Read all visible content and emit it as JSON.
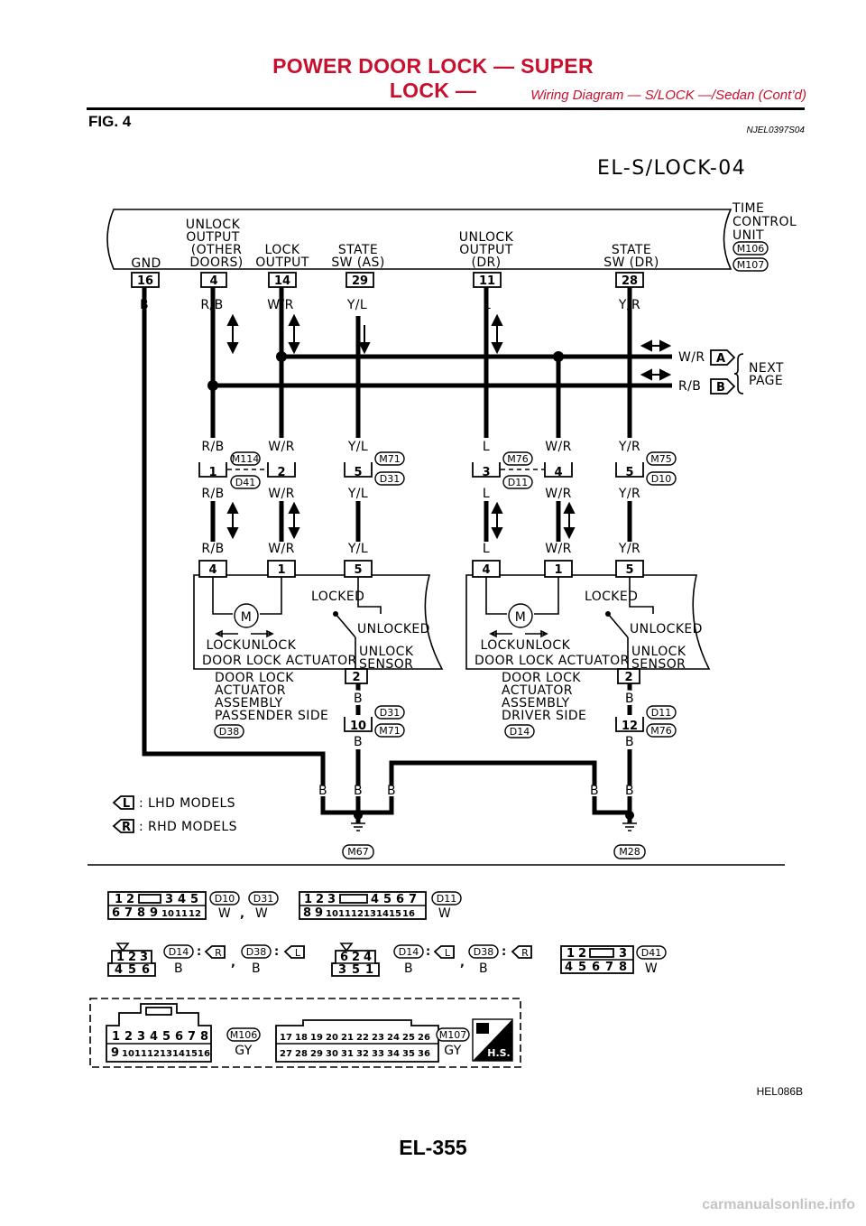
{
  "header": {
    "title": "POWER DOOR LOCK — SUPER LOCK —",
    "subtitle": "Wiring Diagram — S/LOCK —/Sedan (Cont’d)"
  },
  "figure": {
    "label": "FIG. 4",
    "code": "NJEL0397S04",
    "diagram_title": "EL-S/LOCK-04",
    "image_code": "HEL086B"
  },
  "unit": {
    "name_lines": [
      "TIME",
      "CONTROL",
      "UNIT"
    ],
    "connectors": [
      "M106",
      "M107"
    ],
    "terminals": [
      {
        "label": [
          "GND"
        ],
        "pin": "16",
        "color": "B"
      },
      {
        "label": [
          "UNLOCK",
          "OUTPUT",
          "(OTHER",
          "DOORS)"
        ],
        "pin": "4",
        "color": "R/B"
      },
      {
        "label": [
          "LOCK",
          "OUTPUT"
        ],
        "pin": "14",
        "color": "W/R"
      },
      {
        "label": [
          "STATE",
          "SW (AS)"
        ],
        "pin": "29",
        "color": "Y/L"
      },
      {
        "label": [
          "UNLOCK",
          "OUTPUT",
          "(DR)"
        ],
        "pin": "11",
        "color": "L"
      },
      {
        "label": [
          "STATE",
          "SW (DR)"
        ],
        "pin": "28",
        "color": "Y/R"
      }
    ]
  },
  "next_page": {
    "wires": [
      "W/R",
      "R/B"
    ],
    "refs": [
      "A",
      "B"
    ],
    "label": [
      "NEXT",
      "PAGE"
    ]
  },
  "mid_connectors": {
    "pins": [
      "1",
      "2",
      "5",
      "3",
      "4",
      "5"
    ],
    "colors": [
      "R/B",
      "W/R",
      "Y/L",
      "L",
      "W/R",
      "Y/R"
    ],
    "ids": [
      "M114",
      "D41",
      "M71",
      "D31",
      "M76",
      "D11",
      "M75",
      "D10"
    ]
  },
  "actuators": [
    {
      "pins": [
        "4",
        "1",
        "5"
      ],
      "colors": [
        "R/B",
        "W/R",
        "Y/L"
      ],
      "motor": "M",
      "lock": "LOCK",
      "unlock": "UNLOCK",
      "title": "DOOR LOCK ACTUATOR",
      "locked": "LOCKED",
      "unlocked": "UNLOCKED",
      "sensor": [
        "UNLOCK",
        "SENSOR"
      ],
      "assembly": [
        "DOOR LOCK",
        "ACTUATOR",
        "ASSEMBLY",
        "PASSENDER SIDE"
      ],
      "connector": "D38",
      "gnd_pin": "2",
      "joint_pin": "10",
      "joint_ids": [
        "D31",
        "M71"
      ]
    },
    {
      "pins": [
        "4",
        "1",
        "5"
      ],
      "colors": [
        "L",
        "W/R",
        "Y/R"
      ],
      "motor": "M",
      "lock": "LOCK",
      "unlock": "UNLOCK",
      "title": "DOOR LOCK ACTUATOR",
      "locked": "LOCKED",
      "unlocked": "UNLOCKED",
      "sensor": [
        "UNLOCK",
        "SENSOR"
      ],
      "assembly": [
        "DOOR LOCK",
        "ACTUATOR",
        "ASSEMBLY",
        "DRIVER SIDE"
      ],
      "connector": "D14",
      "gnd_pin": "2",
      "joint_pin": "12",
      "joint_ids": [
        "D11",
        "M76"
      ]
    }
  ],
  "ground": {
    "wire_color": "B",
    "points": [
      "M67",
      "M28"
    ]
  },
  "legend": [
    {
      "symbol": "L",
      "text": ": LHD MODELS"
    },
    {
      "symbol": "R",
      "text": ": RHD MODELS"
    }
  ],
  "connector_views": {
    "row1": [
      {
        "top": [
          "1",
          "2",
          "",
          "3",
          "4",
          "5"
        ],
        "bottom": [
          "6",
          "7",
          "8",
          "9",
          "10",
          "11",
          "12"
        ]
      },
      {
        "top": [
          "1",
          "2",
          "3",
          "",
          "4",
          "5",
          "6",
          "7"
        ],
        "bottom": [
          "8",
          "9",
          "10",
          "11",
          "12",
          "13",
          "14",
          "15",
          "16"
        ]
      }
    ],
    "row1_labels": [
      "D10",
      "W",
      "D31",
      "W",
      "D11",
      "W"
    ],
    "row2": [
      {
        "top": [
          "1",
          "2",
          "3"
        ],
        "bottom": [
          "4",
          "5",
          "6"
        ]
      },
      {
        "top": [
          "6",
          "2",
          "4"
        ],
        "bottom": [
          "3",
          "5",
          "1"
        ]
      },
      {
        "top": [
          "1",
          "2",
          "",
          "3"
        ],
        "bottom": [
          "4",
          "5",
          "6",
          "7",
          "8"
        ]
      }
    ],
    "row2_labels": [
      "D14",
      "B",
      "R",
      "D38",
      "B",
      "L",
      "D14",
      "B",
      "L",
      "D38",
      "B",
      "R",
      "D41",
      "W"
    ],
    "row3": [
      {
        "top": [
          "1",
          "2",
          "3",
          "4",
          "5",
          "6",
          "7",
          "8"
        ],
        "bottom": [
          "9",
          "10",
          "11",
          "12",
          "13",
          "14",
          "15",
          "16"
        ]
      },
      {
        "top": [
          "17",
          "18",
          "19",
          "20",
          "21",
          "22",
          "23",
          "24",
          "25",
          "26"
        ],
        "bottom": [
          "27",
          "28",
          "29",
          "30",
          "31",
          "32",
          "33",
          "34",
          "35",
          "36"
        ]
      }
    ],
    "row3_labels": [
      "M106",
      "GY",
      "M107",
      "GY",
      "H.S."
    ]
  },
  "page_number": "EL-355",
  "watermark": "carmanualsonline.info"
}
